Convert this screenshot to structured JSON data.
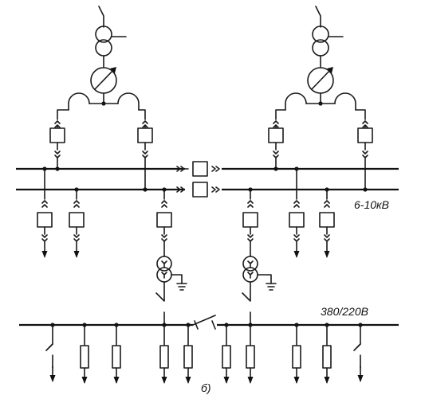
{
  "labels": {
    "hv_bus": "6-10кВ",
    "lv_bus": "380/220В",
    "figure_letter": "б)"
  },
  "colors": {
    "ink": "#1a1a1a",
    "paper": "#ffffff"
  }
}
